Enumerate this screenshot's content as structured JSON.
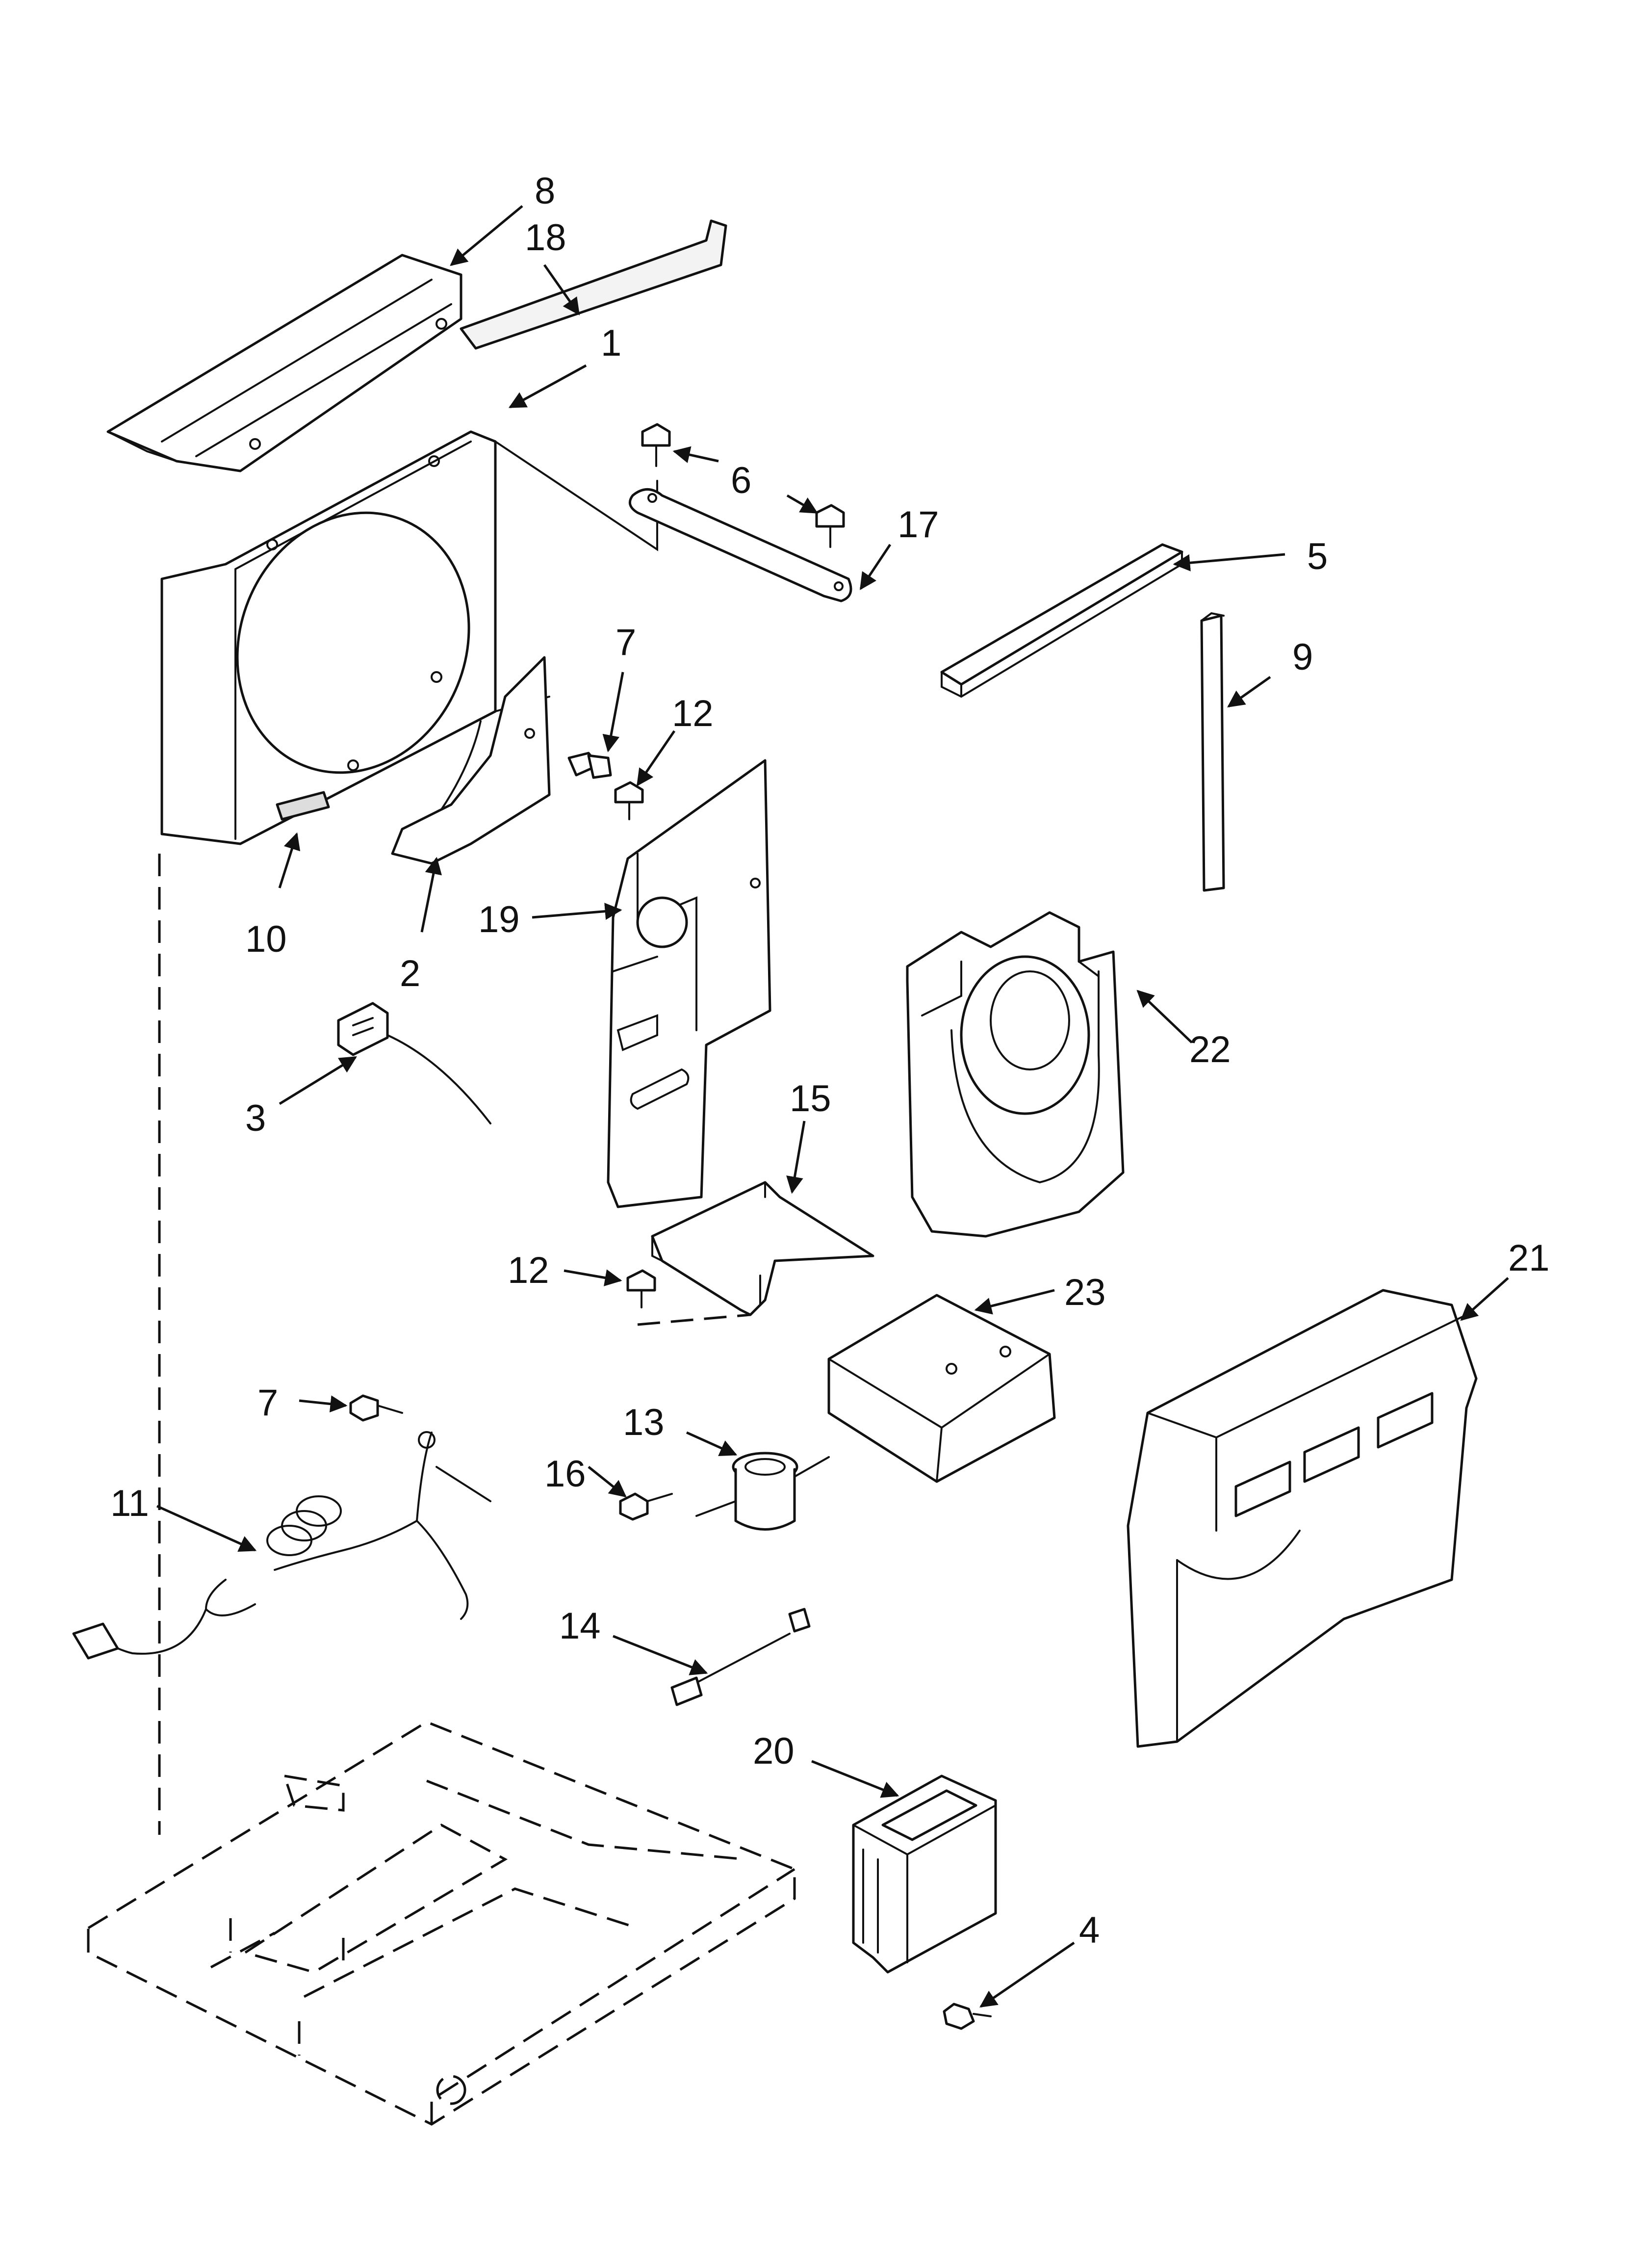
{
  "diagram": {
    "callouts": [
      {
        "id": "c8",
        "label": "8"
      },
      {
        "id": "c18",
        "label": "18"
      },
      {
        "id": "c1",
        "label": "1"
      },
      {
        "id": "c6",
        "label": "6"
      },
      {
        "id": "c17",
        "label": "17"
      },
      {
        "id": "c5",
        "label": "5"
      },
      {
        "id": "c9",
        "label": "9"
      },
      {
        "id": "c7a",
        "label": "7"
      },
      {
        "id": "c12a",
        "label": "12"
      },
      {
        "id": "c19",
        "label": "19"
      },
      {
        "id": "c10",
        "label": "10"
      },
      {
        "id": "c2",
        "label": "2"
      },
      {
        "id": "c22",
        "label": "22"
      },
      {
        "id": "c3",
        "label": "3"
      },
      {
        "id": "c15",
        "label": "15"
      },
      {
        "id": "c12b",
        "label": "12"
      },
      {
        "id": "c21",
        "label": "21"
      },
      {
        "id": "c23",
        "label": "23"
      },
      {
        "id": "c7b",
        "label": "7"
      },
      {
        "id": "c13",
        "label": "13"
      },
      {
        "id": "c16",
        "label": "16"
      },
      {
        "id": "c11",
        "label": "11"
      },
      {
        "id": "c14",
        "label": "14"
      },
      {
        "id": "c20",
        "label": "20"
      },
      {
        "id": "c4",
        "label": "4"
      }
    ]
  }
}
